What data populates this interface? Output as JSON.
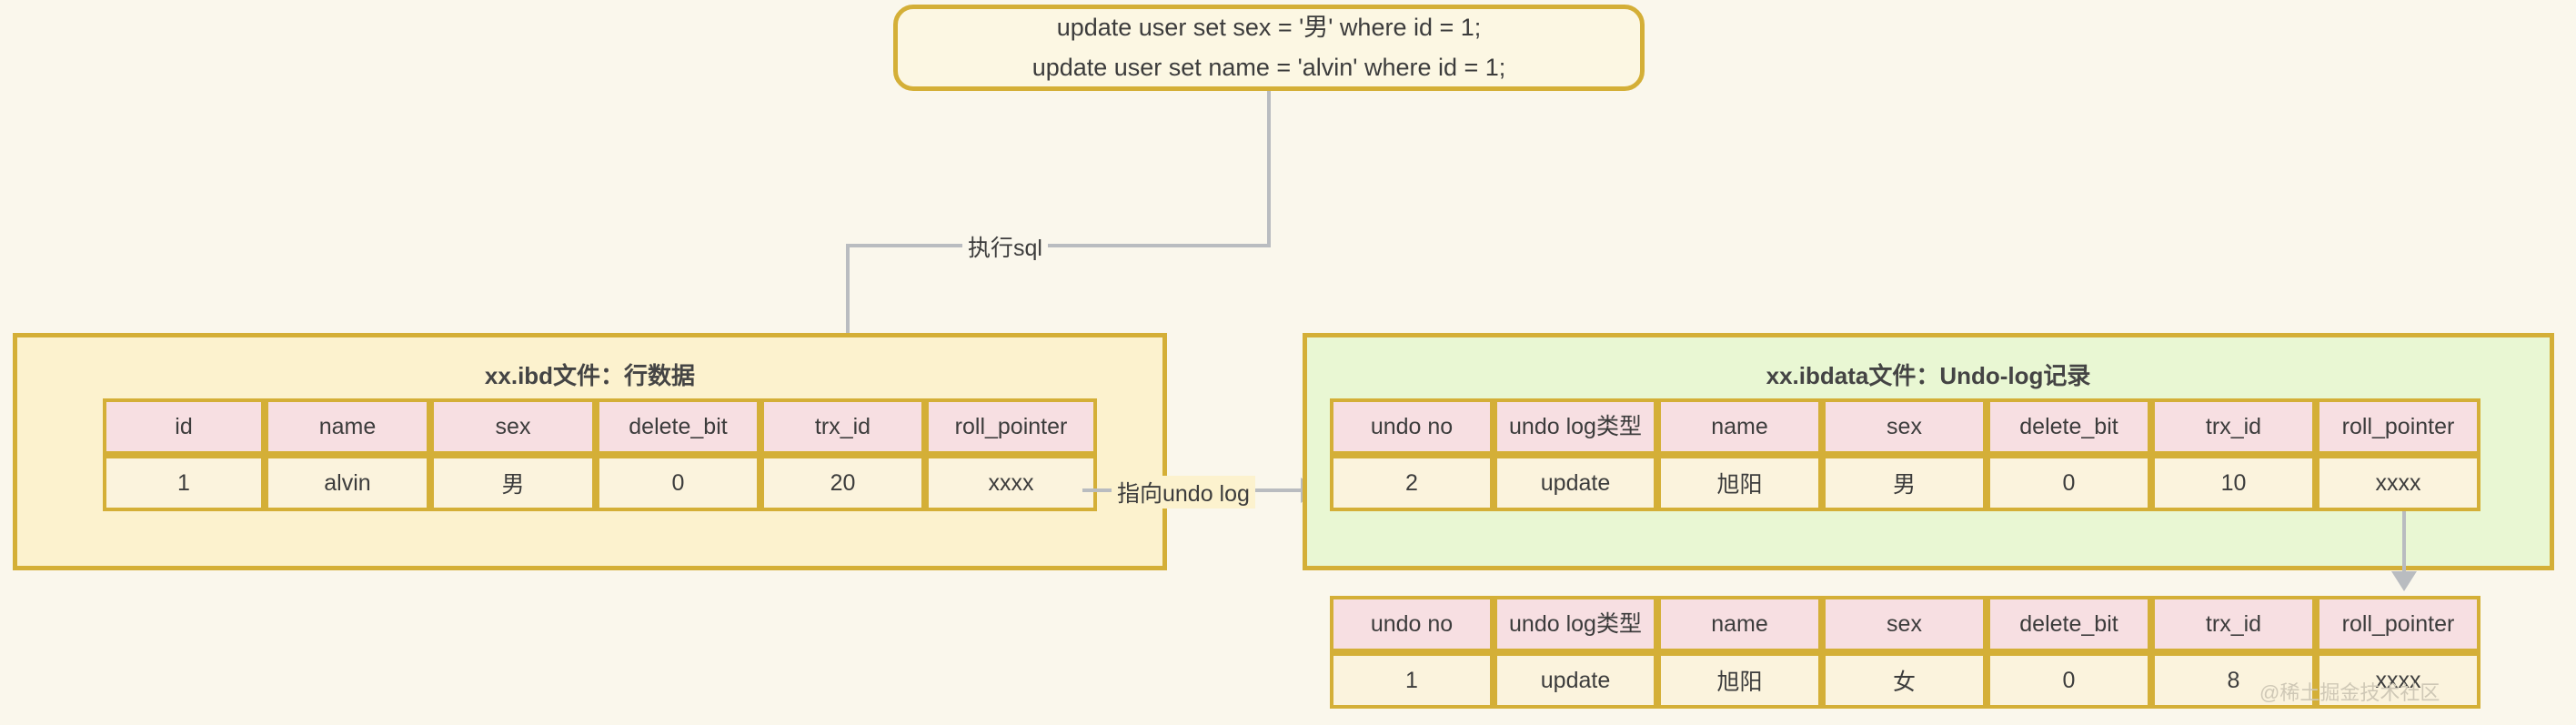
{
  "sql_box": {
    "lines": [
      "update user set sex = '男' where id = 1;",
      "update user set name = 'alvin' where id = 1;"
    ]
  },
  "edges": {
    "execute_sql_label": "执行sql",
    "point_to_undo_log_label": "指向undo log"
  },
  "ibd_box": {
    "title": "xx.ibd文件：行数据",
    "columns": [
      "id",
      "name",
      "sex",
      "delete_bit",
      "trx_id",
      "roll_pointer"
    ],
    "rows": [
      [
        "1",
        "alvin",
        "男",
        "0",
        "20",
        "xxxx"
      ]
    ]
  },
  "ibdata_box": {
    "title": "xx.ibdata文件：Undo-log记录",
    "columns": [
      "undo no",
      "undo log类型",
      "name",
      "sex",
      "delete_bit",
      "trx_id",
      "roll_pointer"
    ],
    "undo_log_top": {
      "values": [
        "2",
        "update",
        "旭阳",
        "男",
        "0",
        "10",
        "xxxx"
      ],
      "highlight_index": 3
    },
    "undo_log_bottom": {
      "values": [
        "1",
        "update",
        "旭阳",
        "女",
        "0",
        "8",
        "xxxx"
      ],
      "highlight_index": 3
    }
  },
  "watermark": {
    "text": "@稀土掘金技术社区"
  },
  "colors": {
    "page_background": "#faf7ec",
    "border_gold": "#d4af37",
    "ibd_fill": "#fcf2ce",
    "ibdata_fill": "#e9f7d3",
    "header_cell_fill": "#f7dfe2",
    "body_cell_fill": "#fbf3dd",
    "connector_gray": "#b9bcc0",
    "highlight_red": "#c0392b"
  }
}
